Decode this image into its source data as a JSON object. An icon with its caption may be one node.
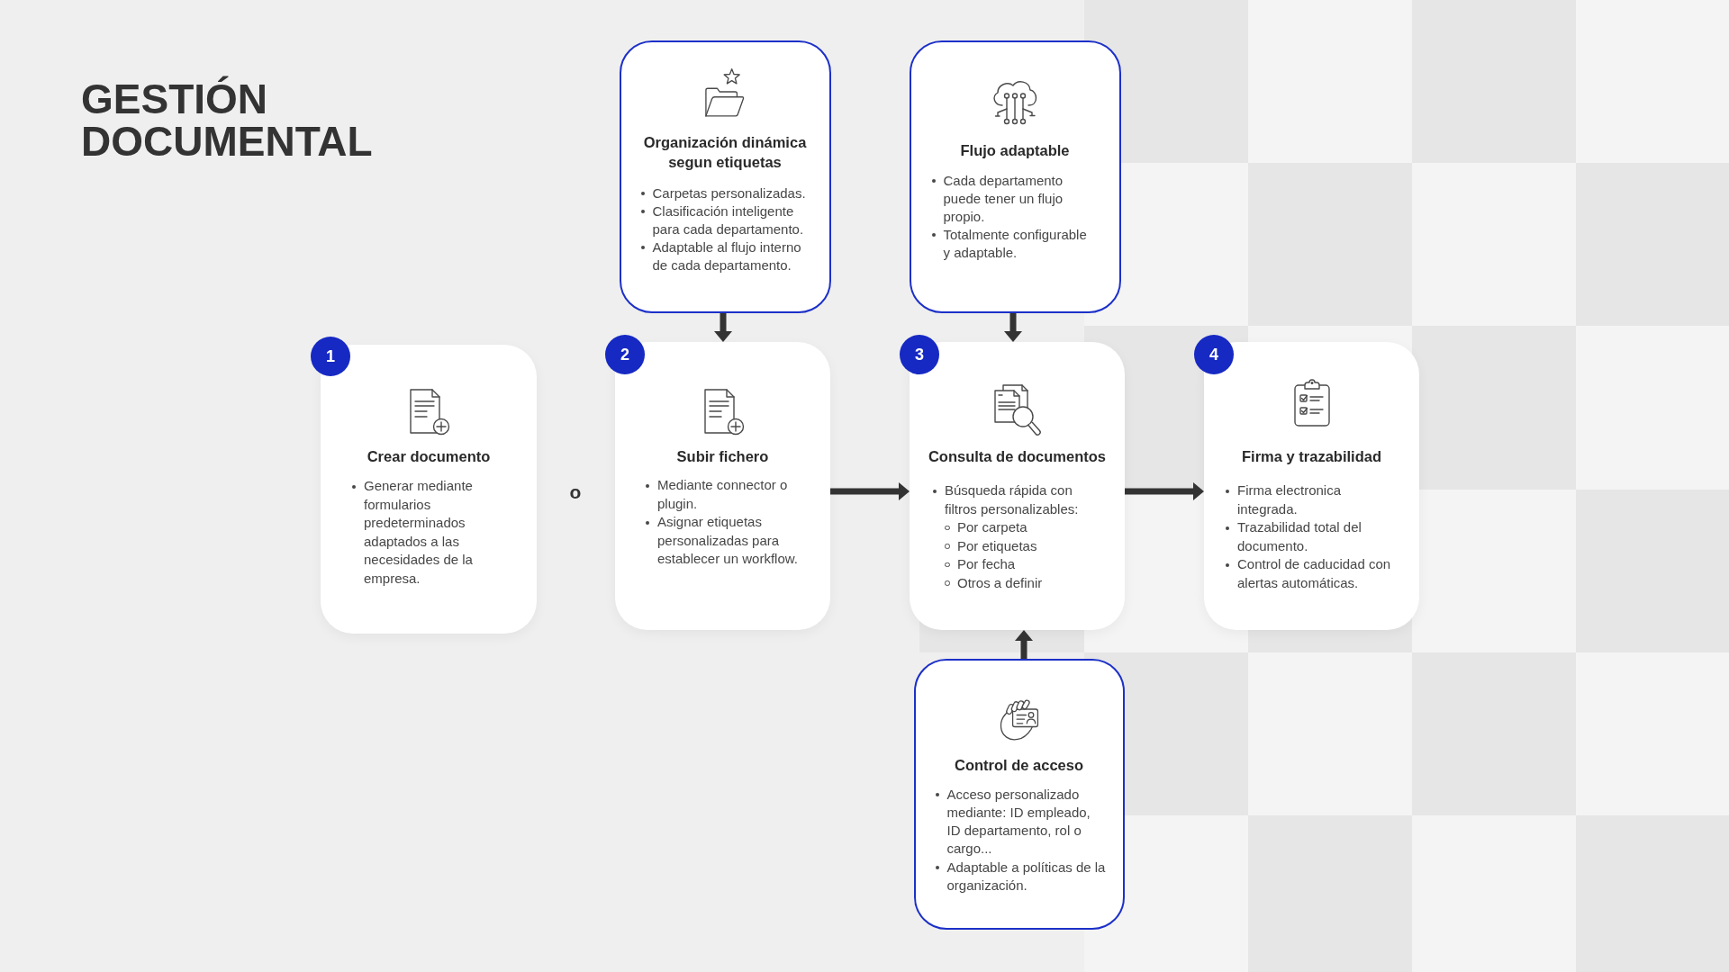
{
  "diagram": {
    "title": "GESTIÓN DOCUMENTAL",
    "nodes": [
      {
        "text": [
          "Organización dinámica segun etiquetas",
          "Carpetas personalizadas.",
          "Clasificación inteligente para cada departamento.",
          "Adaptable al flujo interno de cada departamento."
        ]
      },
      {
        "text": [
          "Flujo adaptable",
          "Cada departamento puede tener un flujo propio.",
          "Totalmente configurable y adaptable."
        ]
      },
      {
        "text": [
          "1"
        ]
      },
      {
        "text": [
          "Crear documento",
          "Generar mediante formularios predeterminados adaptados a las necesidades de la empresa."
        ]
      },
      {
        "text": [
          "2"
        ]
      },
      {
        "text": [
          "Subir fichero",
          "Mediante connector o plugin.",
          "Asignar etiquetas personalizadas para establecer un workflow."
        ]
      },
      {
        "text": [
          "3"
        ]
      },
      {
        "text": [
          "Consulta de documentos",
          "Búsqueda rápida con filtros personalizables:",
          "Por carpeta",
          "Por etiquetas",
          "Por fecha",
          "Otros a definir"
        ]
      },
      {
        "text": [
          "4"
        ]
      },
      {
        "text": [
          "Firma y trazabilidad",
          "Firma electronica integrada.",
          "Trazabilidad total del documento.",
          "Control de caducidad con alertas automáticas."
        ]
      },
      {
        "text": [
          "Control de acceso",
          "Acceso personalizado mediante: ID empleado, ID departamento, rol o cargo...",
          "Adaptable a políticas de la organización."
        ]
      }
    ],
    "edges": [
      {
        "from": 0,
        "to": 5,
        "arrow": "to"
      },
      {
        "from": 1,
        "to": 7,
        "arrow": "to"
      },
      {
        "from": 5,
        "to": 7,
        "arrow": "to"
      },
      {
        "from": 7,
        "to": 9,
        "arrow": "to"
      },
      {
        "from": 10,
        "to": 7,
        "arrow": "to"
      }
    ],
    "labels": [
      "o"
    ]
  }
}
